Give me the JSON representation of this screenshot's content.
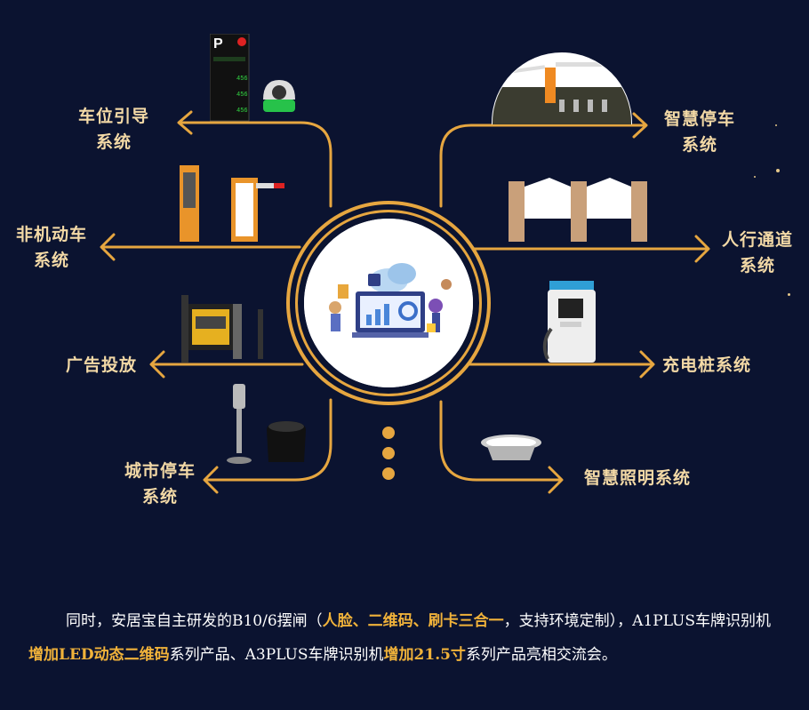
{
  "hub": {
    "image": "data-tech-illustration"
  },
  "nodes": {
    "parking_guidance": {
      "line1": "车位引导",
      "line2": "系统"
    },
    "non_motor": {
      "line1": "非机动车",
      "line2": "系统"
    },
    "advertising": {
      "line1": "广告投放"
    },
    "city_parking": {
      "line1": "城市停车",
      "line2": "系统"
    },
    "smart_parking": {
      "line1": "智慧停车",
      "line2": "系统"
    },
    "pedestrian": {
      "line1": "人行通道",
      "line2": "系统"
    },
    "charging": {
      "line1": "充电桩系统"
    },
    "lighting": {
      "line1": "智慧照明系统"
    }
  },
  "guidance_screen": {
    "rows": [
      "456",
      "456",
      "456"
    ]
  },
  "paragraph": {
    "p1": "同时，安居宝自主研发的B10/6摆闸（",
    "h1": "人脸、二维码、刷卡三合一",
    "p2": "，支持环境定制），A1PLUS车牌识别机",
    "h2": "增加LED动态二维码",
    "p3": "系列产品、A3PLUS车牌识别机",
    "h3": "增加21.5寸",
    "p4": "系列产品亮相交流会。"
  },
  "colors": {
    "background": "#0b1330",
    "accent": "#e6a640",
    "label": "#f3d9a6"
  }
}
